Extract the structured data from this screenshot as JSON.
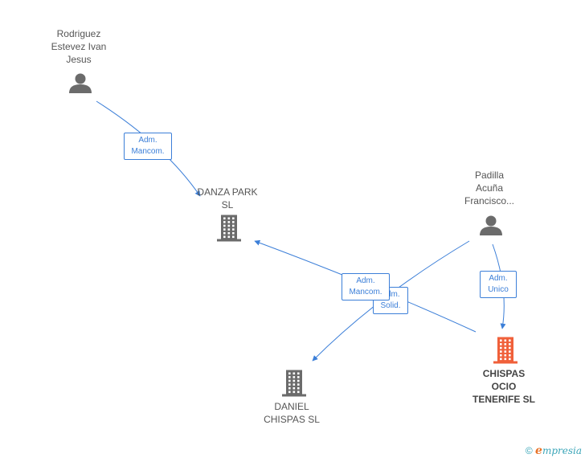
{
  "colors": {
    "edge": "#3c7fd8",
    "node_gray": "#6b6b6b",
    "node_highlight": "#f0603a"
  },
  "nodes": [
    {
      "id": "rodriguez",
      "type": "person",
      "label": "Rodriguez\nEstevez Ivan\nJesus",
      "icon": "person-icon"
    },
    {
      "id": "padilla",
      "type": "person",
      "label": "Padilla\nAcuña\nFrancisco...",
      "icon": "person-icon"
    },
    {
      "id": "danza",
      "type": "company",
      "label": "DANZA PARK\nSL",
      "icon": "building-icon"
    },
    {
      "id": "daniel",
      "type": "company",
      "label": "DANIEL\nCHISPAS SL",
      "icon": "building-icon"
    },
    {
      "id": "chispas",
      "type": "company",
      "label": "CHISPAS\nOCIO\nTENERIFE SL",
      "icon": "building-icon",
      "highlight": true
    }
  ],
  "edges": [
    {
      "from": "rodriguez",
      "to": "danza",
      "label": "Adm.\nMancom."
    },
    {
      "from": "chispas",
      "to": "danza",
      "label": "Adm.\nMancom."
    },
    {
      "from": "padilla",
      "to": "daniel",
      "label": "Adm.\nSolid."
    },
    {
      "from": "padilla",
      "to": "chispas",
      "label": "Adm.\nUnico"
    }
  ],
  "brand": {
    "copyright": "©",
    "e": "e",
    "rest": "mpresia"
  }
}
